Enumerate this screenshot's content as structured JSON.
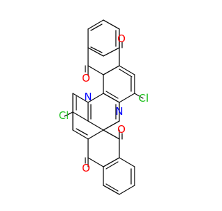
{
  "molecule": {
    "atom_labels": {
      "o1": "O",
      "o2": "O",
      "o3": "O",
      "o4": "O",
      "cl1": "Cl",
      "cl2": "Cl",
      "n1": "N",
      "n2": "N"
    },
    "colors": {
      "bond": "#111111",
      "oxygen": "#ff0000",
      "chlorine": "#1fc01f",
      "nitrogen": "#0000ff"
    }
  }
}
